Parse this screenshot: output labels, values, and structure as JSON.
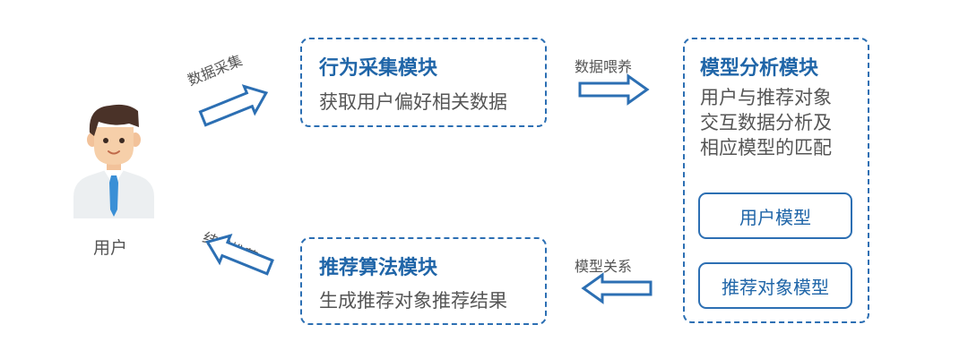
{
  "user": {
    "label": "用户",
    "icon": "user-avatar-icon"
  },
  "modules": {
    "behavior": {
      "title": "行为采集模块",
      "desc": "获取用户偏好相关数据"
    },
    "analysis": {
      "title": "模型分析模块",
      "desc_lines": [
        "用户与推荐对象",
        "交互数据分析及",
        "相应模型的匹配"
      ],
      "submodels": [
        "用户模型",
        "推荐对象模型"
      ]
    },
    "recommend": {
      "title": "推荐算法模块",
      "desc": "生成推荐对象推荐结果"
    }
  },
  "arrows": {
    "collect": "数据采集",
    "feed": "数据喂养",
    "relation": "模型关系",
    "result": "结果推荐"
  },
  "colors": {
    "primary": "#2c6fb3",
    "title": "#1f65a8",
    "text": "#555555"
  }
}
